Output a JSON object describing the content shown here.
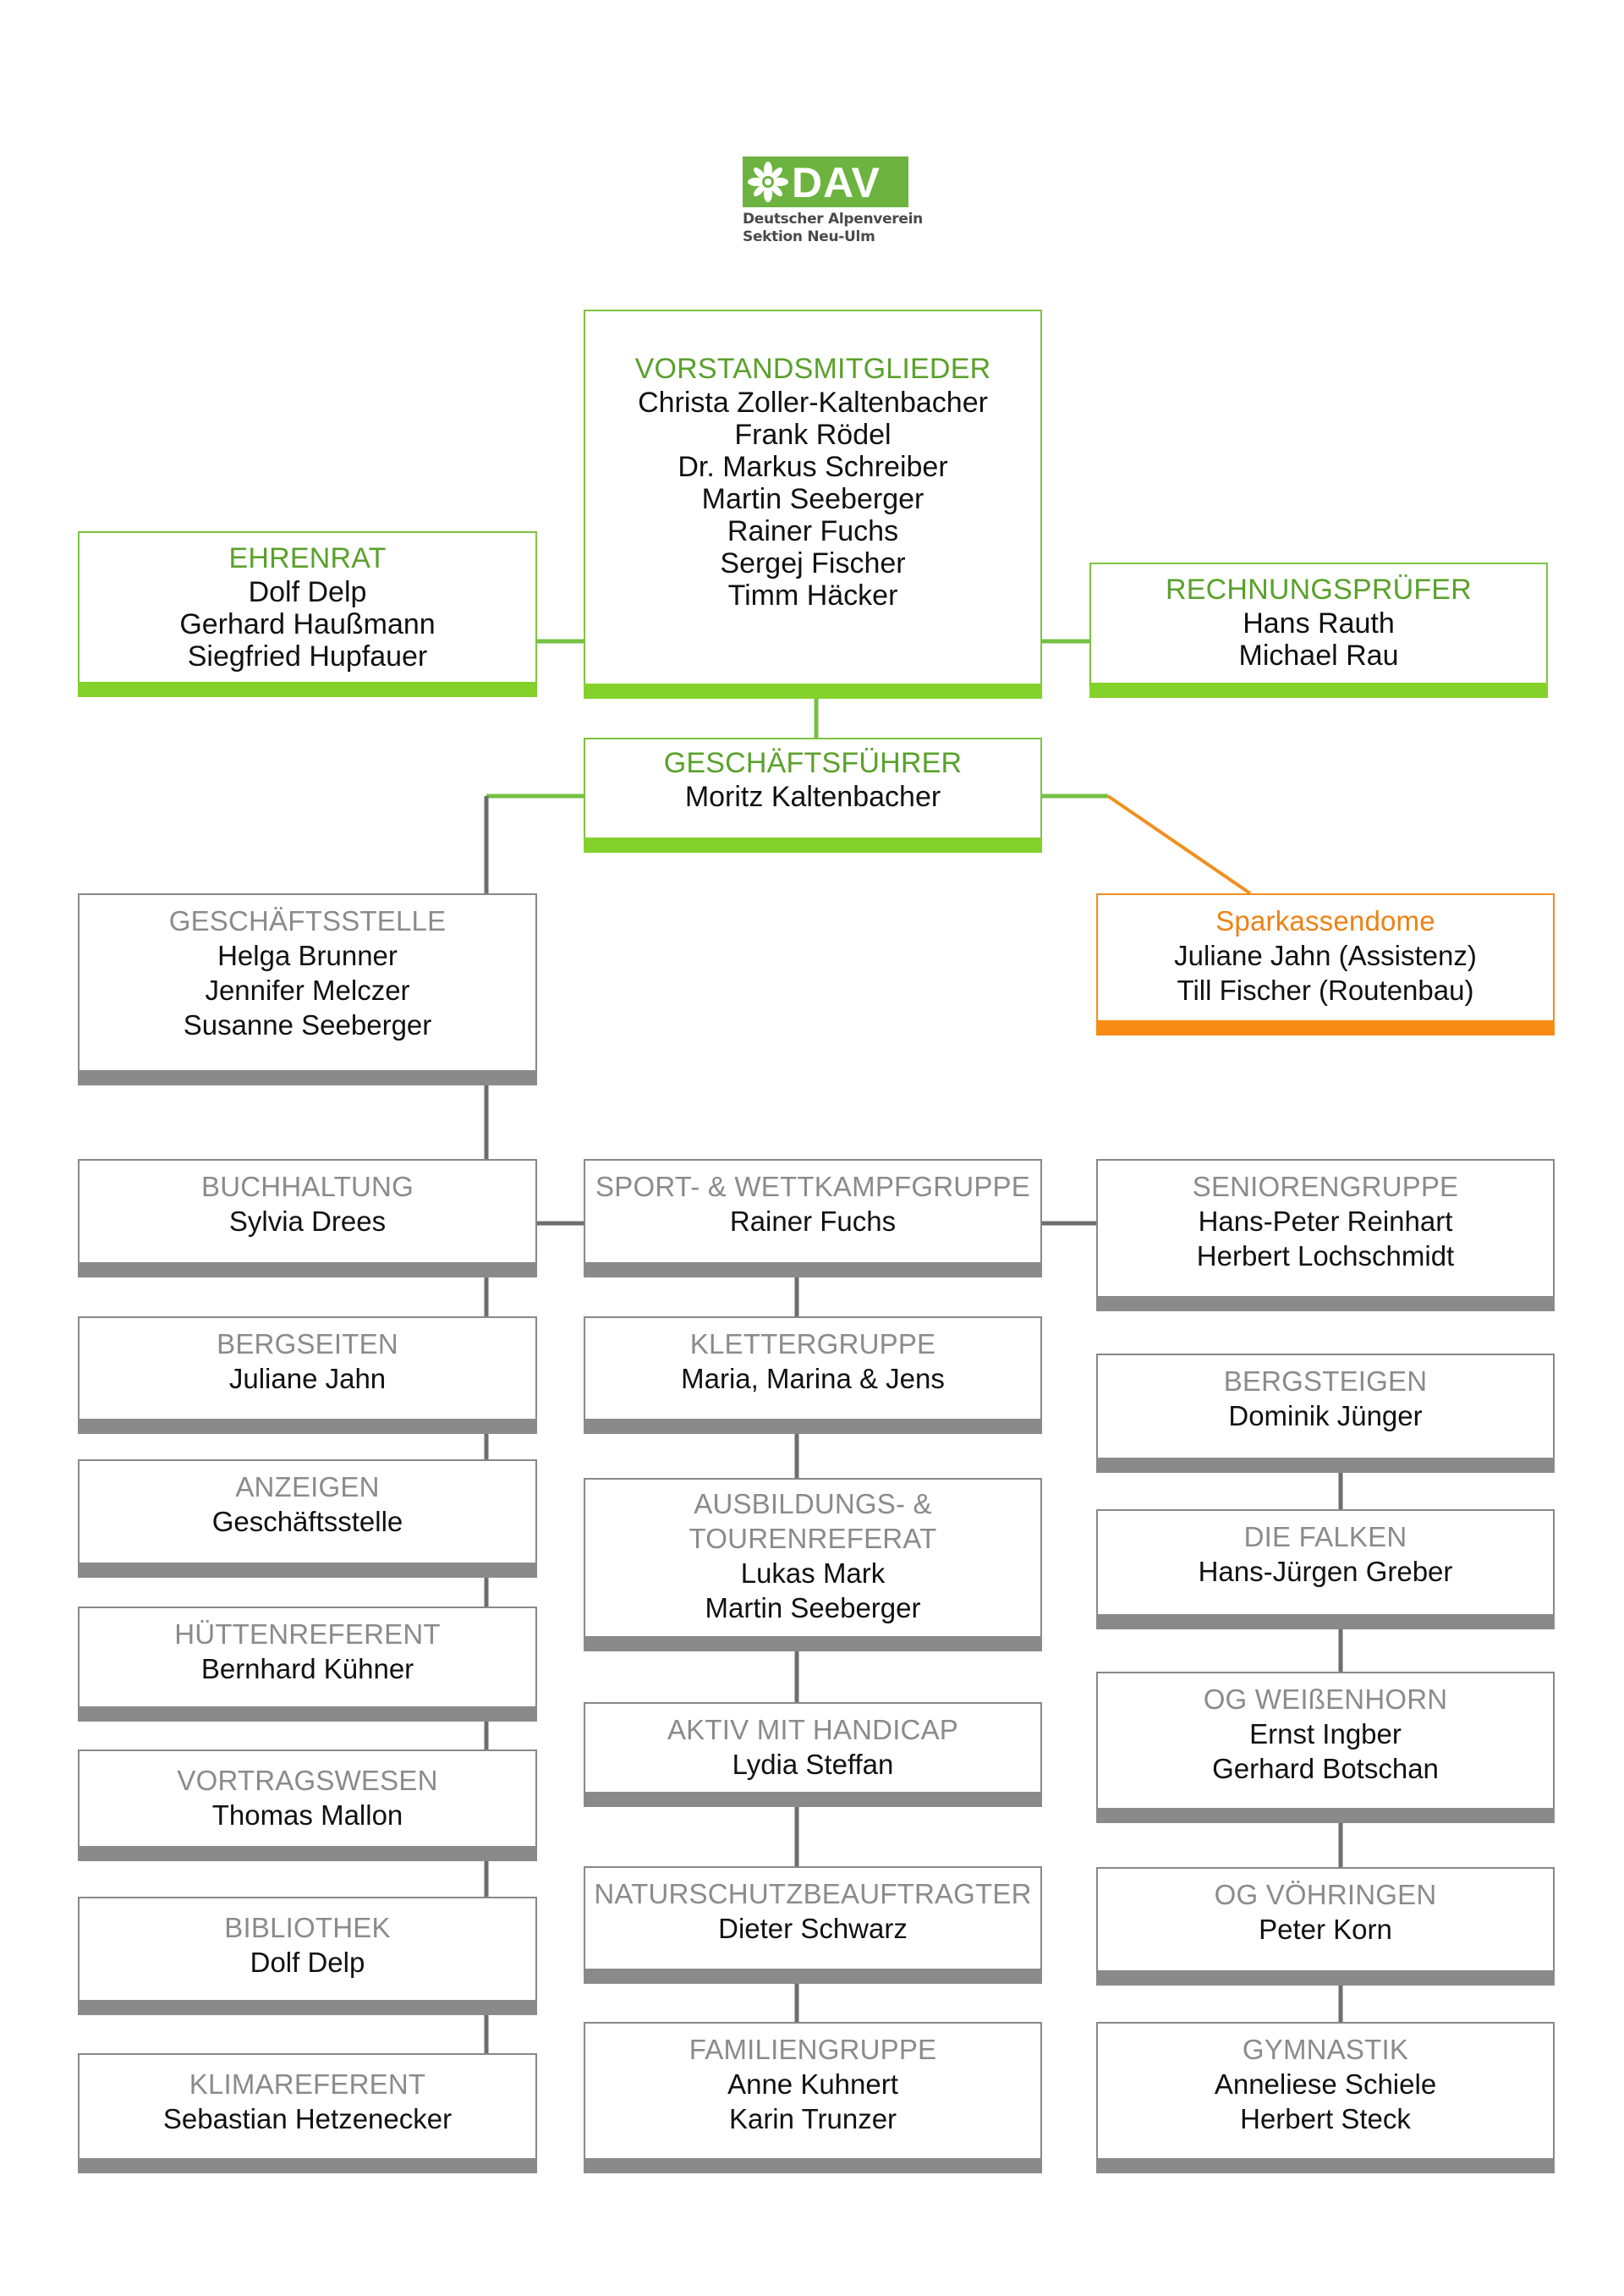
{
  "logo": {
    "mark": "DAV",
    "line1": "Deutscher Alpenverein",
    "line2": "Sektion Neu-Ulm",
    "icon": "edelweiss-icon",
    "brand_color": "#6db33f"
  },
  "colors": {
    "green": "#84d12b",
    "orange": "#f88b14",
    "gray": "#8a8a8a"
  },
  "boxes": {
    "vorstand": {
      "title": "VORSTANDSMITGLIEDER",
      "names": [
        "Christa Zoller-Kaltenbacher",
        "Frank Rödel",
        "Dr. Markus Schreiber",
        "Martin Seeberger",
        "Rainer Fuchs",
        "Sergej Fischer",
        "Timm Häcker"
      ]
    },
    "ehrenrat": {
      "title": "EHRENRAT",
      "names": [
        "Dolf Delp",
        "Gerhard Haußmann",
        "Siegfried Hupfauer"
      ]
    },
    "rechnungspruefer": {
      "title": "RECHNUNGSPRÜFER",
      "names": [
        "Hans Rauth",
        "Michael Rau"
      ]
    },
    "geschaeftsfuehrer": {
      "title": "GESCHÄFTSFÜHRER",
      "names": [
        "Moritz Kaltenbacher"
      ]
    },
    "geschaeftsstelle": {
      "title": "GESCHÄFTSSTELLE",
      "names": [
        "Helga Brunner",
        "Jennifer Melczer",
        "Susanne Seeberger"
      ]
    },
    "sparkassendome": {
      "title": "Sparkassendome",
      "names": [
        "Juliane Jahn (Assistenz)",
        "Till Fischer (Routenbau)"
      ]
    },
    "buchhaltung": {
      "title": "BUCHHALTUNG",
      "names": [
        "Sylvia Drees"
      ]
    },
    "bergseiten": {
      "title": "BERGSEITEN",
      "names": [
        "Juliane Jahn"
      ]
    },
    "anzeigen": {
      "title": "ANZEIGEN",
      "names": [
        "Geschäftsstelle"
      ]
    },
    "huettenreferent": {
      "title": "HÜTTENREFERENT",
      "names": [
        "Bernhard Kühner"
      ]
    },
    "vortragswesen": {
      "title": "VORTRAGSWESEN",
      "names": [
        "Thomas Mallon"
      ]
    },
    "bibliothek": {
      "title": "BIBLIOTHEK",
      "names": [
        "Dolf Delp"
      ]
    },
    "klimareferent": {
      "title": "KLIMAREFERENT",
      "names": [
        "Sebastian Hetzenecker"
      ]
    },
    "sport": {
      "title": "SPORT- & WETTKAMPFGRUPPE",
      "names": [
        "Rainer Fuchs"
      ]
    },
    "klettergruppe": {
      "title": "KLETTERGRUPPE",
      "names": [
        "Maria, Marina & Jens"
      ]
    },
    "ausbildung": {
      "title": "AUSBILDUNGS- & TOURENREFERAT",
      "names": [
        "Lukas Mark",
        "Martin Seeberger"
      ]
    },
    "handicap": {
      "title": "AKTIV MIT HANDICAP",
      "names": [
        "Lydia Steffan"
      ]
    },
    "naturschutz": {
      "title": "NATURSCHUTZBEAUFTRAGTER",
      "names": [
        "Dieter Schwarz"
      ]
    },
    "familiengruppe": {
      "title": "FAMILIENGRUPPE",
      "names": [
        "Anne Kuhnert",
        "Karin Trunzer"
      ]
    },
    "seniorengruppe": {
      "title": "SENIORENGRUPPE",
      "names": [
        "Hans-Peter Reinhart",
        "Herbert Lochschmidt"
      ]
    },
    "bergsteigen": {
      "title": "BERGSTEIGEN",
      "names": [
        "Dominik Jünger"
      ]
    },
    "falken": {
      "title": "DIE FALKEN",
      "names": [
        "Hans-Jürgen Greber"
      ]
    },
    "weissenhorn": {
      "title": "OG WEIßENHORN",
      "names": [
        "Ernst Ingber",
        "Gerhard Botschan"
      ]
    },
    "voehringen": {
      "title": "OG VÖHRINGEN",
      "names": [
        "Peter Korn"
      ]
    },
    "gymnastik": {
      "title": "GYMNASTIK",
      "names": [
        "Anneliese Schiele",
        "Herbert Steck"
      ]
    }
  }
}
